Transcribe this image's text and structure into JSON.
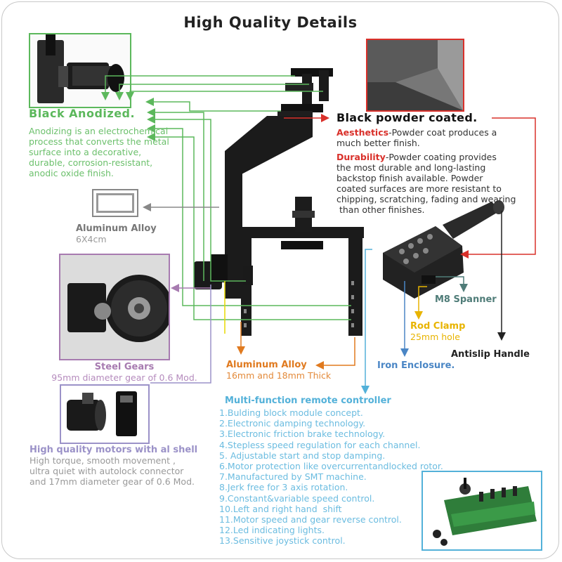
{
  "title": "High Quality Details",
  "black_anodized": {
    "heading": "Black Anodized.",
    "lines": [
      "Anodizing is an electrochemical",
      "process that converts the metal",
      "surface into a decorative,",
      "durable, corrosion-resistant,",
      "anodic oxide finish."
    ]
  },
  "powder": {
    "heading": "Black powder coated.",
    "aesthetics_key": "Aesthetics",
    "aesthetics_text": "-Powder coat produces a",
    "aesthetics_line2": "much better finish.",
    "durability_key": "Durability",
    "durability_text": "-Powder coating provides",
    "durability_lines": [
      "the most durable and long-lasting",
      "backstop finish available. Powder",
      "coated surfaces are more resistant to",
      "chipping, scratching, fading and wearing",
      " than other finishes."
    ]
  },
  "alu1": {
    "heading": "Aluminum Alloy",
    "sub": "6X4cm"
  },
  "steel": {
    "heading": "Steel Gears",
    "sub": "95mm diameter gear of 0.6 Mod."
  },
  "alu2": {
    "heading": "Aluminum Alloy",
    "sub": "16mm and 18mm Thick"
  },
  "m8": "M8 Spanner",
  "rod": {
    "heading": "Rod Clamp",
    "sub": "25mm hole"
  },
  "antislip": "Antislip Handle",
  "iron": "Iron Enclosure.",
  "motors": {
    "heading": "High quality motors with al shell",
    "lines": [
      "High torque, smooth movement ,",
      "ultra quiet with autolock connector",
      "and 17mm diameter gear of 0.6 Mod."
    ]
  },
  "controller": {
    "heading": "Multi-function remote controller",
    "items": [
      "1.Bulding block module concept.",
      "2.Electronic damping technology.",
      "3.Electronic friction brake technology.",
      "4.Stepless speed regulation for each channel.",
      "5. Adjustable start and stop damping.",
      "6.Motor protection like overcurrentandlocked rotor.",
      "7.Manufactured by SMT machine.",
      "8.Jerk free for 3 axis rotation.",
      "9.Constant&variable speed control.",
      "10.Left and right hand  shift",
      "11.Motor speed and gear reverse control.",
      "12.Led indicating lights.",
      "13.Sensitive joystick control."
    ]
  },
  "colors": {
    "green": "#5cb85c",
    "red": "#d9302a",
    "purple": "#a77bb0",
    "orange": "#e07a1f",
    "teal": "#4f7c78",
    "yellow": "#e8b400",
    "blue": "#4a86c5",
    "sky": "#53b1d9",
    "gray": "#888888",
    "violet": "#9b92c8"
  }
}
